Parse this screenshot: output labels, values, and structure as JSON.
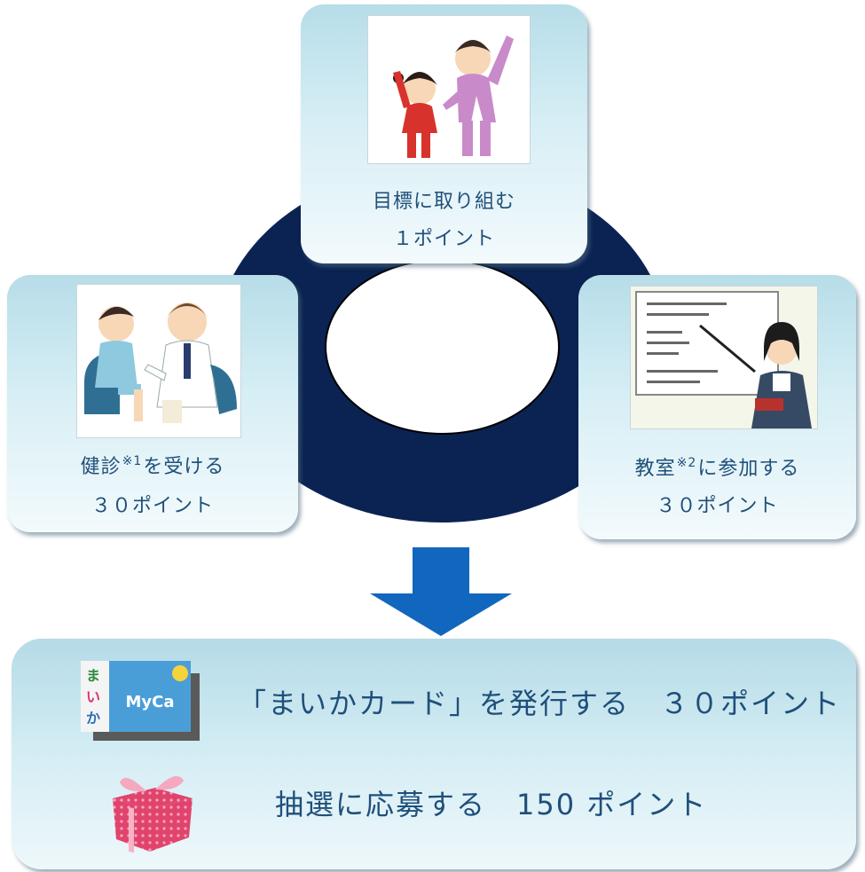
{
  "top_card": {
    "title": "目標に取り組む",
    "points": "１ポイント"
  },
  "left_card": {
    "title_main": "健診",
    "title_sup": "※1",
    "title_rest": "を受ける",
    "points": "３０ポイント"
  },
  "right_card": {
    "title_main": "教室",
    "title_sup": "※2",
    "title_rest": "に参加する",
    "points": "３０ポイント"
  },
  "bottom": {
    "row1": "「まいかカード」を発行する　３０ポイント",
    "row2": "抽選に応募する　150 ポイント",
    "card_logo_text": "MyCa",
    "card_side_text": [
      "ま",
      "い",
      "か"
    ]
  },
  "colors": {
    "ring": "#0b2352",
    "arrow": "#1167bd",
    "text": "#1f4f7a"
  },
  "icons": [
    "exercise-illustration",
    "health-checkup-illustration",
    "classroom-lecture-illustration",
    "myca-card-illustration",
    "gift-box-illustration",
    "down-arrow-icon"
  ]
}
